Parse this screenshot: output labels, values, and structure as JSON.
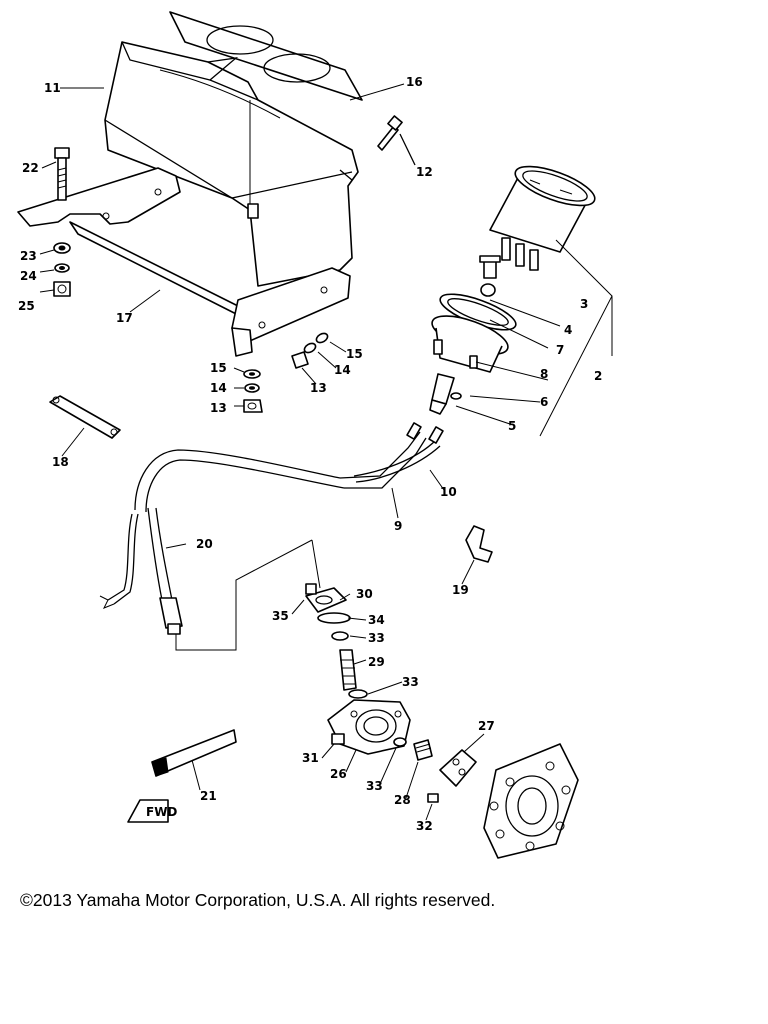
{
  "copyright": "©2013 Yamaha Motor Corporation, U.S.A. All rights reserved.",
  "parts": [
    {
      "id": "p1",
      "label": "2"
    },
    {
      "id": "p2",
      "label": "3"
    },
    {
      "id": "p3",
      "label": "4"
    },
    {
      "id": "p4",
      "label": "5"
    },
    {
      "id": "p5",
      "label": "6"
    },
    {
      "id": "p6",
      "label": "7"
    },
    {
      "id": "p7",
      "label": "8"
    },
    {
      "id": "p8",
      "label": "9"
    },
    {
      "id": "p9",
      "label": "10"
    },
    {
      "id": "p10",
      "label": "11"
    },
    {
      "id": "p11",
      "label": "12"
    },
    {
      "id": "p12",
      "label": "13"
    },
    {
      "id": "p13",
      "label": "13"
    },
    {
      "id": "p14",
      "label": "14"
    },
    {
      "id": "p15",
      "label": "14"
    },
    {
      "id": "p16",
      "label": "15"
    },
    {
      "id": "p17",
      "label": "15"
    },
    {
      "id": "p18",
      "label": "16"
    },
    {
      "id": "p19",
      "label": "17"
    },
    {
      "id": "p20",
      "label": "18"
    },
    {
      "id": "p21",
      "label": "19"
    },
    {
      "id": "p22",
      "label": "20"
    },
    {
      "id": "p23",
      "label": "21"
    },
    {
      "id": "p24",
      "label": "22"
    },
    {
      "id": "p25",
      "label": "23"
    },
    {
      "id": "p26",
      "label": "24"
    },
    {
      "id": "p27",
      "label": "25"
    },
    {
      "id": "p28",
      "label": "26"
    },
    {
      "id": "p29",
      "label": "27"
    },
    {
      "id": "p30",
      "label": "28"
    },
    {
      "id": "p31",
      "label": "29"
    },
    {
      "id": "p32",
      "label": "30"
    },
    {
      "id": "p33",
      "label": "31"
    },
    {
      "id": "p34",
      "label": "32"
    },
    {
      "id": "p35",
      "label": "33"
    },
    {
      "id": "p36",
      "label": "33"
    },
    {
      "id": "p37",
      "label": "33"
    },
    {
      "id": "p38",
      "label": "34"
    },
    {
      "id": "p39",
      "label": "35"
    }
  ],
  "fwd_stamp": "FWD"
}
